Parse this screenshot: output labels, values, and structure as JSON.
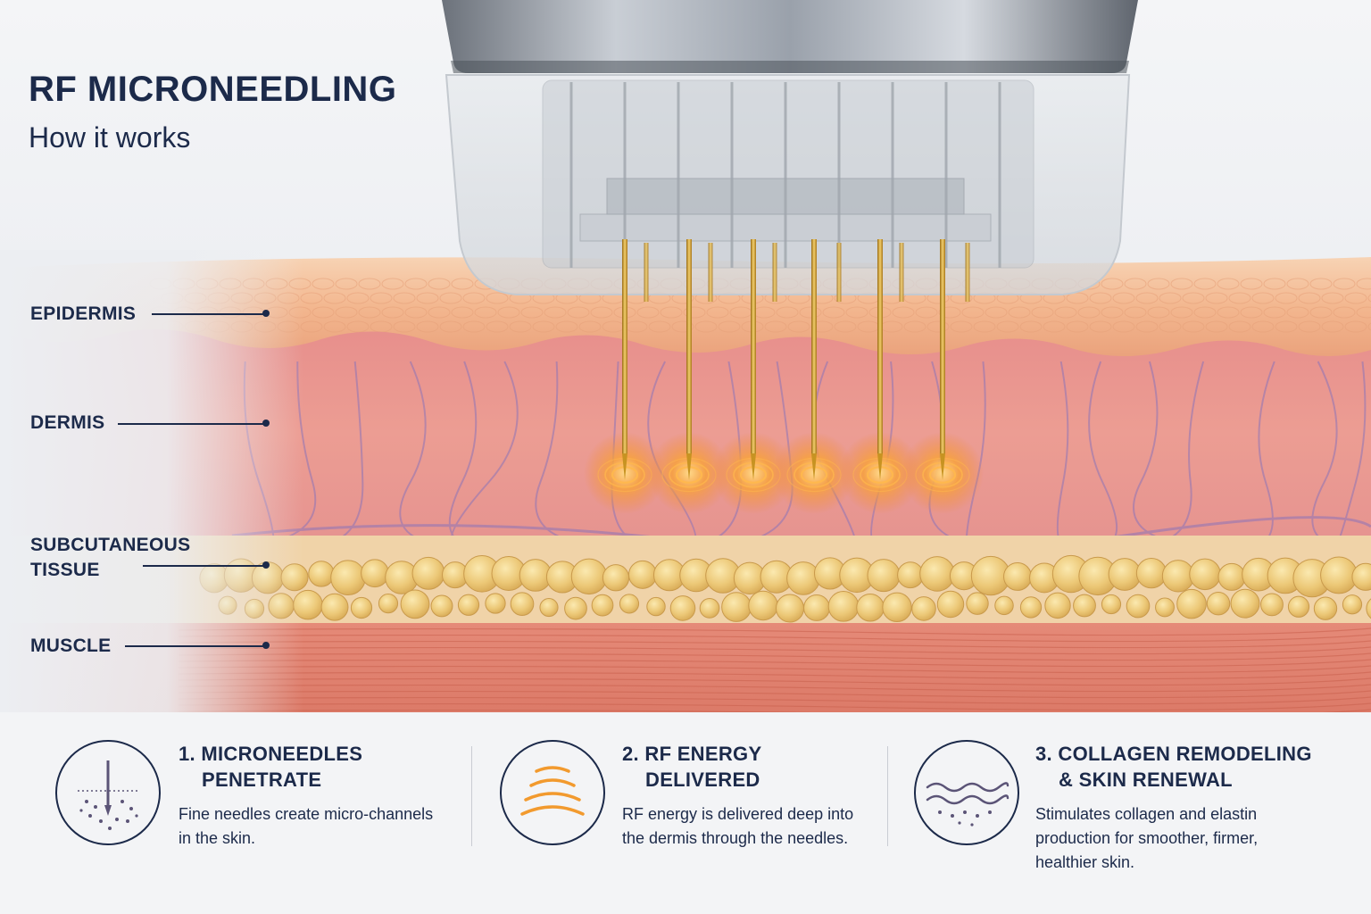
{
  "header": {
    "title": "RF MICRONEEDLING",
    "subtitle": "How it works"
  },
  "layers": [
    {
      "label": "EPIDERMIS"
    },
    {
      "label": "DERMIS"
    },
    {
      "label_line1": "SUBCUTANEOUS",
      "label_line2": "TISSUE"
    },
    {
      "label": "MUSCLE"
    }
  ],
  "steps": [
    {
      "number": "1.",
      "title_line1": "MICRONEEDLES",
      "title_line2": "PENETRATE",
      "desc_line1": "Fine needles create micro-channels",
      "desc_line2": "in the skin.",
      "icon": "microneedle-icon"
    },
    {
      "number": "2.",
      "title_line1": "RF ENERGY",
      "title_line2": "DELIVERED",
      "desc_line1": "RF energy is delivered deep into",
      "desc_line2": "the dermis through the needles.",
      "icon": "rf-wave-icon"
    },
    {
      "number": "3.",
      "title_line1": "COLLAGEN REMODELING",
      "title_line2": "& SKIN RENEWAL",
      "desc_line1": "Stimulates collagen and elastin",
      "desc_line2": "production for smoother, firmer,",
      "desc_line3": "healthier skin.",
      "icon": "skin-renewal-icon"
    }
  ],
  "colors": {
    "text": "#1c2a4a",
    "rf_orange": "#f29a2e",
    "needle_gold": "#d9a431",
    "icon_purple": "#5b5477"
  }
}
